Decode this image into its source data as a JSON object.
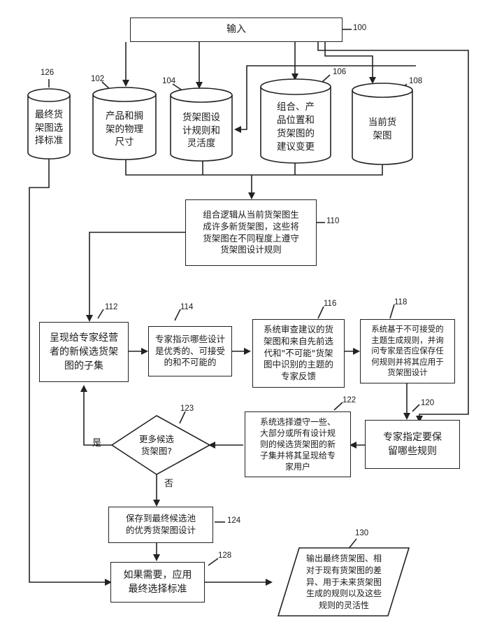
{
  "nodes": {
    "input": {
      "label": "输入",
      "ref": "100"
    },
    "db_102": {
      "label": "产品和搁\n架的物理\n尺寸",
      "ref": "102"
    },
    "db_104": {
      "label": "货架图设\n计规则和\n灵活度",
      "ref": "104"
    },
    "db_106": {
      "label": "组合、产\n品位置和\n货架图的\n建议变更",
      "ref": "106"
    },
    "db_108": {
      "label": "当前货\n架图",
      "ref": "108"
    },
    "db_126": {
      "label": "最终货\n架图选\n择标准",
      "ref": "126"
    },
    "step_110": {
      "label": "组合逻辑从当前货架图生\n成许多新货架图，这些将\n货架图在不同程度上遵守\n货架图设计规则",
      "ref": "110"
    },
    "step_112": {
      "label": "呈现给专家经营\n者的新候选货架\n图的子集",
      "ref": "112"
    },
    "step_114": {
      "label": "专家指示哪些设计\n是优秀的、可接受\n的和不可能的",
      "ref": "114"
    },
    "step_116": {
      "label": "系统审查建议的货\n架图和来自先前选\n代和\"不可能\"货架\n图中识别的主题的\n专家反馈",
      "ref": "116"
    },
    "step_118": {
      "label": "系统基于不可接受的\n主题生成规则，并询\n问专家是否应保存任\n何规则并将其应用于\n货架图设计",
      "ref": "118"
    },
    "step_120": {
      "label": "专家指定要保\n留哪些规则",
      "ref": "120"
    },
    "step_122": {
      "label": "系统选择遵守一些、\n大部分或所有设计规\n则的候选货架图的新\n子集并将其呈现给专\n家用户",
      "ref": "122"
    },
    "decision_123": {
      "label": "更多候选\n货架图?",
      "ref": "123"
    },
    "step_124": {
      "label": "保存到最终候选池\n的优秀货架图设计",
      "ref": "124"
    },
    "step_128": {
      "label": "如果需要，应用\n最终选择标准",
      "ref": "128"
    },
    "output_130": {
      "label": "输出最终货架图、相\n对于现有货架图的差\n异、用于未来货架图\n生成的规则以及这些\n规则的灵活性",
      "ref": "130"
    }
  },
  "edge_labels": {
    "yes": "是",
    "no": "否"
  }
}
